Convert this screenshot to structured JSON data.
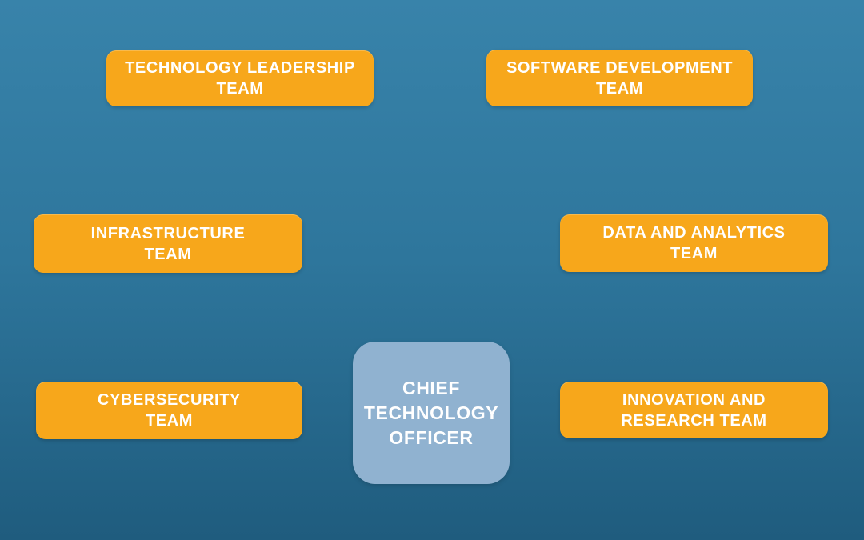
{
  "colors": {
    "background_top": "#3883AA",
    "background_bottom": "#1F5C7E",
    "team_box": "#F7A71B",
    "center_box": "#90B2D0",
    "text": "#FFFFFF"
  },
  "diagram": {
    "type": "org-chart",
    "center": {
      "role": "chief-technology-officer",
      "label": "CHIEF\nTECHNOLOGY\nOFFICER"
    },
    "teams": [
      {
        "id": "technology-leadership-team",
        "label": "TECHNOLOGY LEADERSHIP\nTEAM"
      },
      {
        "id": "software-development-team",
        "label": "SOFTWARE DEVELOPMENT\nTEAM"
      },
      {
        "id": "infrastructure-team",
        "label": "INFRASTRUCTURE\nTEAM"
      },
      {
        "id": "data-and-analytics-team",
        "label": "DATA AND ANALYTICS\nTEAM"
      },
      {
        "id": "cybersecurity-team",
        "label": "CYBERSECURITY\nTEAM"
      },
      {
        "id": "innovation-and-research-team",
        "label": "INNOVATION AND\nRESEARCH TEAM"
      }
    ]
  }
}
